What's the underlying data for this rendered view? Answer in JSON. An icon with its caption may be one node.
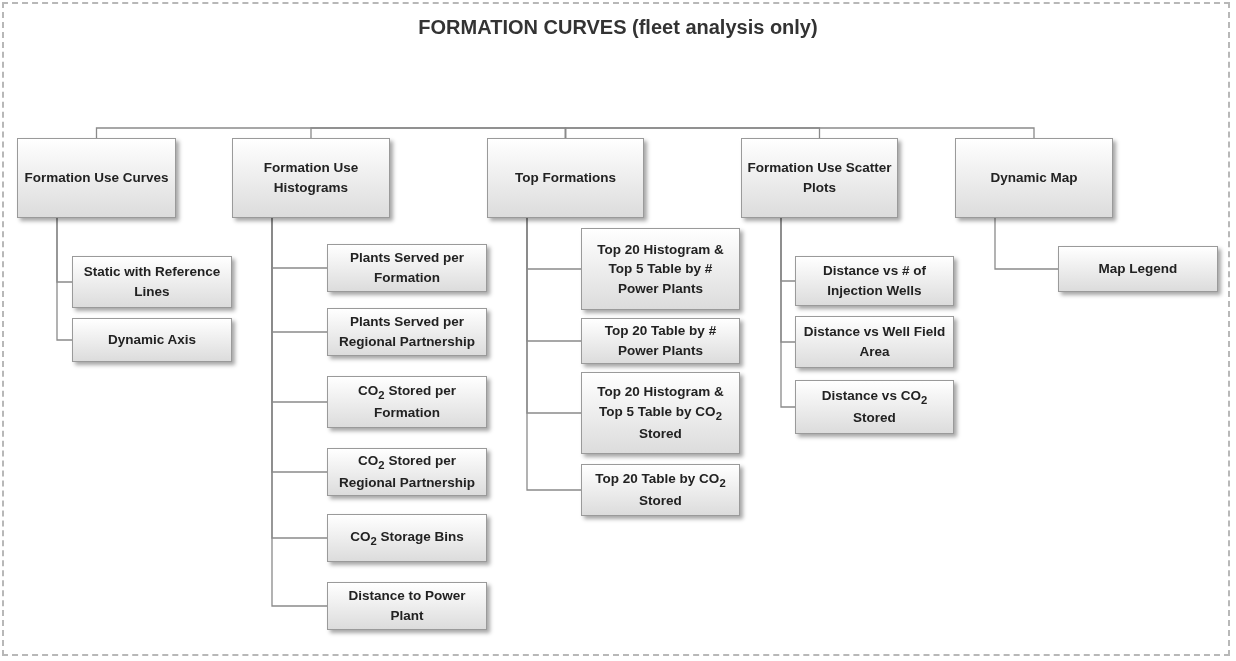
{
  "diagram": {
    "title": "FORMATION CURVES (fleet analysis only)",
    "nodes": [
      {
        "text": [
          "Formation Use Curves"
        ]
      },
      {
        "text": [
          "Static with Reference Lines"
        ]
      },
      {
        "text": [
          "Dynamic Axis"
        ]
      },
      {
        "text": [
          "Formation Use Histograms"
        ]
      },
      {
        "text": [
          "Plants Served per Formation"
        ]
      },
      {
        "text": [
          "Plants Served per Regional Partnership"
        ]
      },
      {
        "text": [
          "CO$_{2}$ Stored per Formation"
        ]
      },
      {
        "text": [
          "CO$_{2}$ Stored per Regional Partnership"
        ]
      },
      {
        "text": [
          "CO$_{2}$ Storage Bins"
        ]
      },
      {
        "text": [
          "Distance to Power Plant"
        ]
      },
      {
        "text": [
          "Top Formations"
        ]
      },
      {
        "text": [
          "Top 20 Histogram & Top 5 Table by # Power Plants"
        ]
      },
      {
        "text": [
          "Top 20 Table by # Power Plants"
        ]
      },
      {
        "text": [
          "Top 20 Histogram & Top 5 Table by CO$_{2}$ Stored"
        ]
      },
      {
        "text": [
          "Top 20 Table by CO$_{2}$ Stored"
        ]
      },
      {
        "text": [
          "Formation Use Scatter Plots"
        ]
      },
      {
        "text": [
          "Distance vs # of Injection Wells"
        ]
      },
      {
        "text": [
          "Distance vs Well Field Area"
        ]
      },
      {
        "text": [
          "Distance vs CO$_{2}$ Stored"
        ]
      },
      {
        "text": [
          "Dynamic Map"
        ]
      },
      {
        "text": [
          "Map Legend"
        ]
      }
    ],
    "edges": [
      {
        "from": 10,
        "to": 0,
        "arrow": "none"
      },
      {
        "from": 10,
        "to": 3,
        "arrow": "none"
      },
      {
        "from": 10,
        "to": 15,
        "arrow": "none"
      },
      {
        "from": 10,
        "to": 19,
        "arrow": "none"
      },
      {
        "from": 0,
        "to": 1,
        "arrow": "none"
      },
      {
        "from": 0,
        "to": 2,
        "arrow": "none"
      },
      {
        "from": 3,
        "to": 4,
        "arrow": "none"
      },
      {
        "from": 3,
        "to": 5,
        "arrow": "none"
      },
      {
        "from": 3,
        "to": 6,
        "arrow": "none"
      },
      {
        "from": 3,
        "to": 7,
        "arrow": "none"
      },
      {
        "from": 3,
        "to": 8,
        "arrow": "none"
      },
      {
        "from": 3,
        "to": 9,
        "arrow": "none"
      },
      {
        "from": 10,
        "to": 11,
        "arrow": "none"
      },
      {
        "from": 10,
        "to": 12,
        "arrow": "none"
      },
      {
        "from": 10,
        "to": 13,
        "arrow": "none"
      },
      {
        "from": 10,
        "to": 14,
        "arrow": "none"
      },
      {
        "from": 15,
        "to": 16,
        "arrow": "none"
      },
      {
        "from": 15,
        "to": 17,
        "arrow": "none"
      },
      {
        "from": 15,
        "to": 18,
        "arrow": "none"
      },
      {
        "from": 19,
        "to": 20,
        "arrow": "none"
      }
    ]
  }
}
